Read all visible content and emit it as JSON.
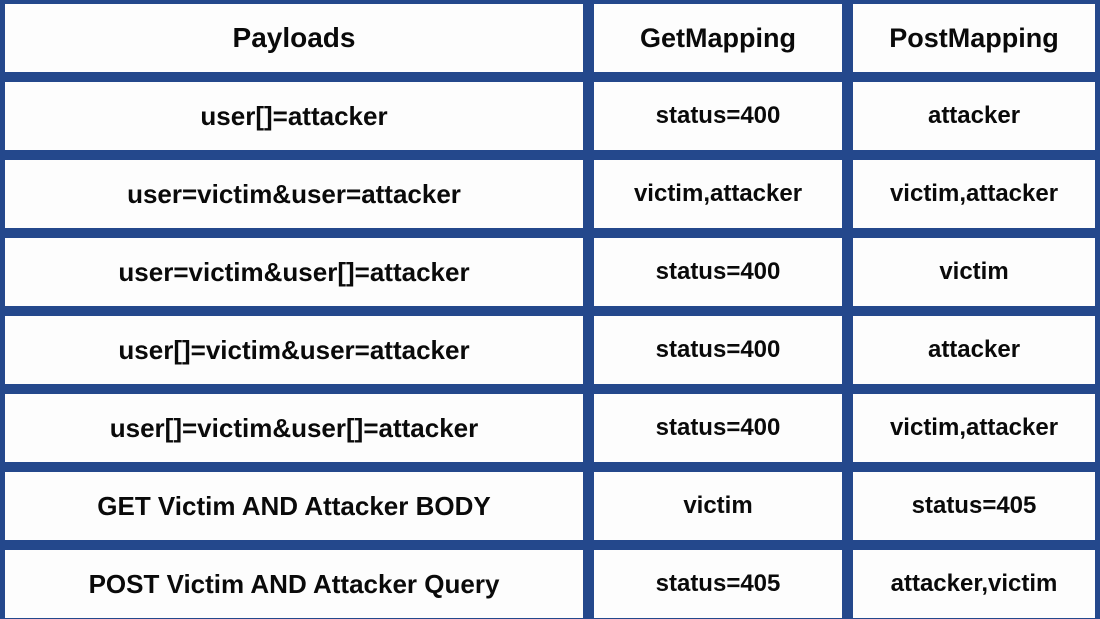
{
  "table": {
    "columns": [
      "Payloads",
      "GetMapping",
      "PostMapping"
    ],
    "rows": [
      {
        "payload": "user[]=attacker",
        "getmapping": "status=400",
        "postmapping": "attacker"
      },
      {
        "payload": "user=victim&user=attacker",
        "getmapping": "victim,attacker",
        "postmapping": "victim,attacker"
      },
      {
        "payload": "user=victim&user[]=attacker",
        "getmapping": "status=400",
        "postmapping": "victim"
      },
      {
        "payload": "user[]=victim&user=attacker",
        "getmapping": "status=400",
        "postmapping": "attacker"
      },
      {
        "payload": "user[]=victim&user[]=attacker",
        "getmapping": "status=400",
        "postmapping": "victim,attacker"
      },
      {
        "payload": "GET Victim AND Attacker BODY",
        "getmapping": "victim",
        "postmapping": "status=405"
      },
      {
        "payload": "POST Victim AND Attacker Query",
        "getmapping": "status=405",
        "postmapping": "attacker,victim"
      }
    ]
  },
  "colors": {
    "grid": "#24488c",
    "cell_background": "#fdfdfd",
    "text": "#0a0a0a"
  }
}
